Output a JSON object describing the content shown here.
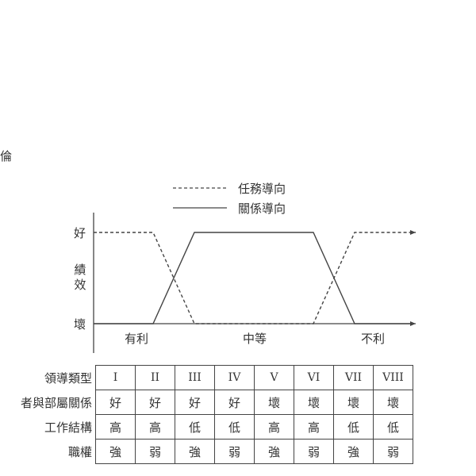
{
  "left_fragment": "倫",
  "legend": {
    "task": "任務導向",
    "relation": "關係導向"
  },
  "y_axis": {
    "good": "好",
    "performance_chars": [
      "績",
      "效"
    ],
    "bad": "壞"
  },
  "x_regions": {
    "favorable": "有利",
    "moderate": "中等",
    "unfavorable": "不利"
  },
  "chart_data": {
    "type": "line",
    "categories": [
      "I",
      "II",
      "III",
      "IV",
      "V",
      "VI",
      "VII",
      "VIII"
    ],
    "series": [
      {
        "name": "任務導向",
        "style": "dashed",
        "values": [
          "好",
          "好",
          "壞",
          "壞",
          "壞",
          "壞",
          "好",
          "好"
        ]
      },
      {
        "name": "關係導向",
        "style": "solid",
        "values": [
          "壞",
          "壞",
          "好",
          "好",
          "好",
          "好",
          "壞",
          "壞"
        ]
      }
    ]
  },
  "table": {
    "rows": [
      {
        "label": "領導類型",
        "cells": [
          "I",
          "II",
          "III",
          "IV",
          "V",
          "VI",
          "VII",
          "VIII"
        ],
        "roman": true
      },
      {
        "label": "者與部屬關係",
        "cells": [
          "好",
          "好",
          "好",
          "好",
          "壞",
          "壞",
          "壞",
          "壞"
        ]
      },
      {
        "label": "工作結構",
        "cells": [
          "高",
          "高",
          "低",
          "低",
          "高",
          "高",
          "低",
          "低"
        ]
      },
      {
        "label": "職權",
        "cells": [
          "強",
          "弱",
          "強",
          "弱",
          "強",
          "弱",
          "強",
          "弱"
        ]
      }
    ]
  },
  "colors": {
    "ink": "#333333",
    "line": "#444444"
  }
}
